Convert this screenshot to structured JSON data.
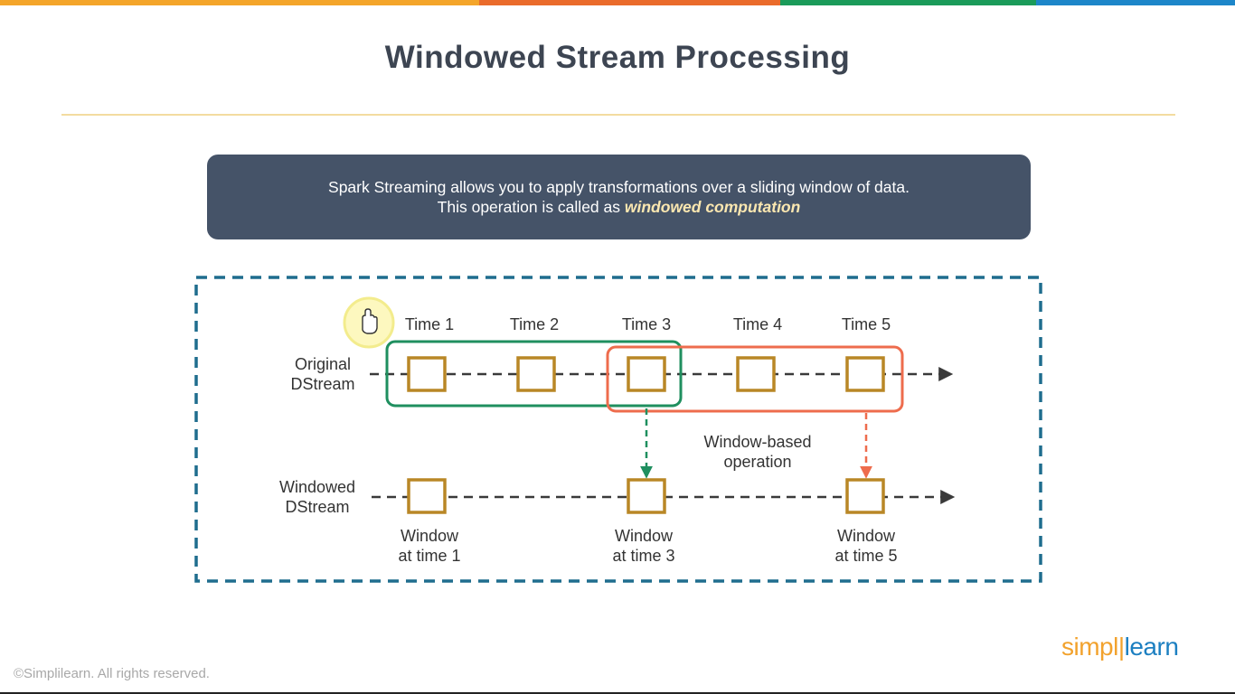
{
  "page": {
    "title": "Windowed Stream Processing",
    "banner_line1": "Spark Streaming allows you to apply transformations over a sliding window of data.",
    "banner_line2_prefix": "This operation is called as ",
    "banner_line2_emphasis": "windowed computation",
    "footer": "©Simplilearn. All rights reserved.",
    "logo_part1": "simpl",
    "logo_part2": "learn"
  },
  "colors": {
    "top_stripes": [
      "#f4a52a",
      "#ea6b2b",
      "#1b9b5a",
      "#1d86c9"
    ],
    "box": "#b98726",
    "green": "#1f8f5f",
    "orange": "#ee6c4d",
    "frame": "#1f6d8e",
    "dash": "#3a3a3a"
  },
  "diagram": {
    "times": [
      "Time 1",
      "Time 2",
      "Time 3",
      "Time 4",
      "Time 5"
    ],
    "row_labels": {
      "original": [
        "Original",
        "DStream"
      ],
      "windowed": [
        "Windowed",
        "DStream"
      ]
    },
    "operation_label": [
      "Window-based",
      "operation"
    ],
    "windows": [
      [
        "Window",
        "at time 1"
      ],
      [
        "Window",
        "at time 3"
      ],
      [
        "Window",
        "at time 5"
      ]
    ],
    "cursor_icon": "hand-cursor-icon"
  }
}
